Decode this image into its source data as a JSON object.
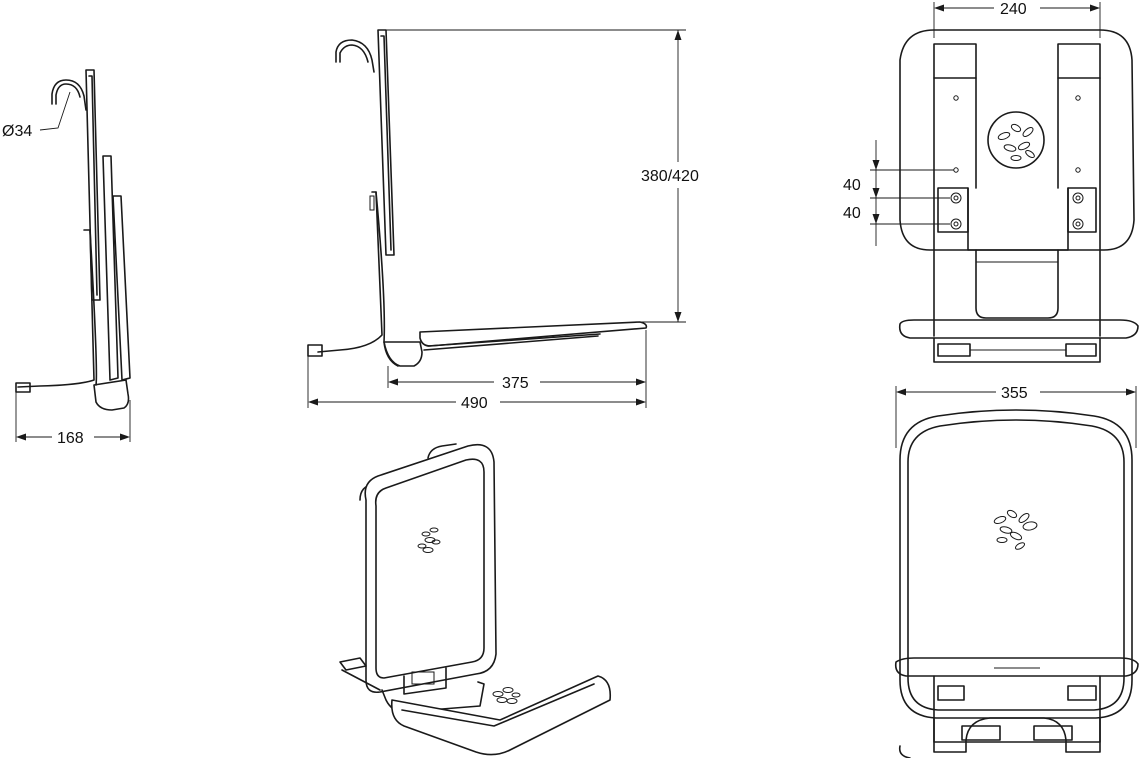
{
  "dimensions": {
    "hook_diameter": "Ø34",
    "side_depth": "168",
    "seat_depth": "375",
    "total_depth": "490",
    "height": "380/420",
    "back_width": "240",
    "hole_spacing_1": "40",
    "hole_spacing_2": "40",
    "seat_width": "355"
  },
  "colors": {
    "line": "#1a1a1a",
    "background": "#ffffff"
  }
}
